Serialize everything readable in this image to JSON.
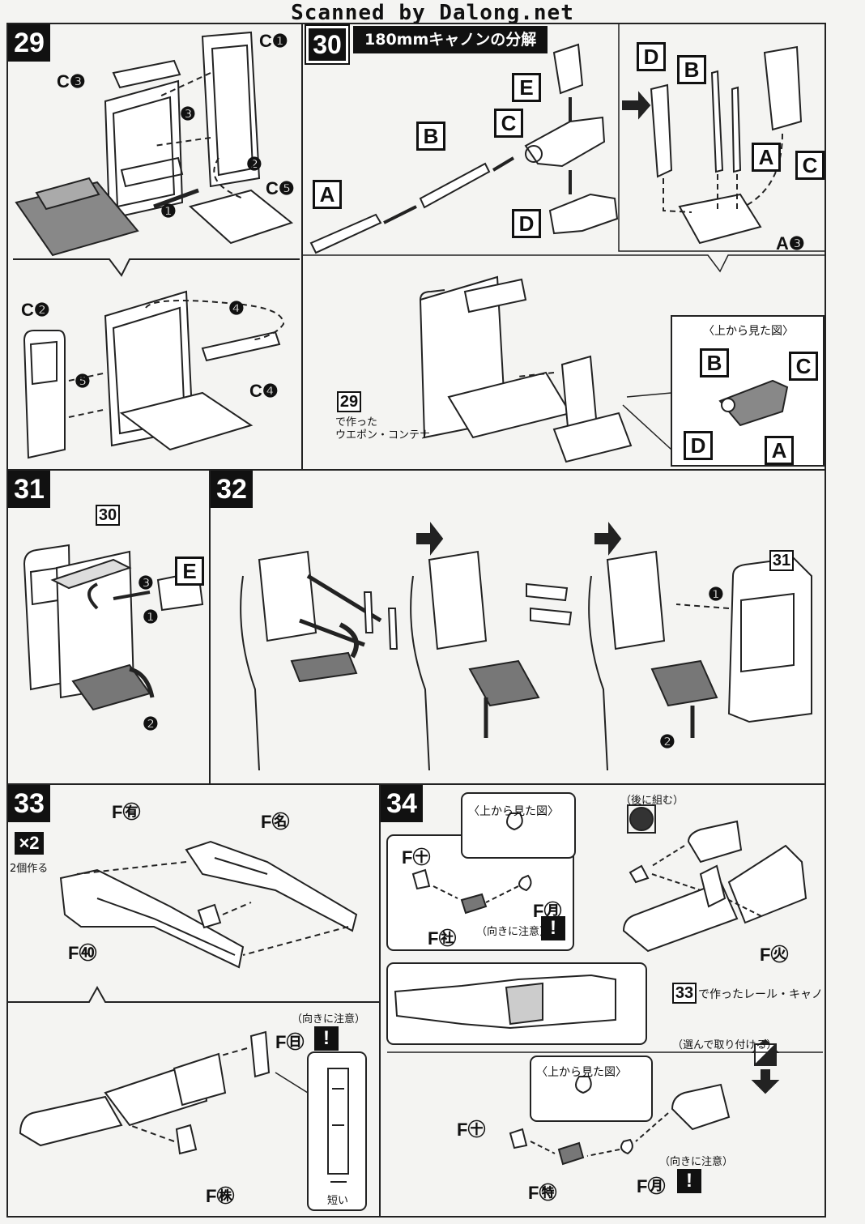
{
  "header": {
    "watermark": "Scanned by Dalong.net"
  },
  "steps": {
    "s29": {
      "number": "29",
      "parts": [
        "C❶",
        "C❸",
        "C❺",
        "C❷",
        "C❹"
      ],
      "order": [
        "❶",
        "❷",
        "❸",
        "❹",
        "❺"
      ]
    },
    "s30": {
      "number": "30",
      "title": "180mmキャノンの分解",
      "parts": {
        "a": "A",
        "b": "B",
        "c": "C",
        "d": "D",
        "e": "E"
      },
      "base_part": "A❸",
      "top_view_note": "〈上から見た図〉",
      "ref_step": "29",
      "ref_line1": "で作った",
      "ref_line2": "ウエポン・コンテナ"
    },
    "s31": {
      "number": "31",
      "ref_step": "30",
      "part": "E",
      "order": [
        "❶",
        "❷",
        "❸"
      ]
    },
    "s32": {
      "number": "32",
      "ref_step": "31",
      "order": [
        "❶",
        "❷"
      ]
    },
    "s33": {
      "number": "33",
      "multiplier": "×2",
      "multiplier_note": "2個作る",
      "parts": [
        "F㊒",
        "F㊔",
        "F㊵",
        "F㊐",
        "F㊑"
      ],
      "orientation_note": "（向きに注意）",
      "short_note": "短い",
      "warn": "!"
    },
    "s34": {
      "number": "34",
      "top_view_note": "〈上から見た図〉",
      "later_note": "（後に組む）",
      "orientation_note": "（向きに注意）",
      "select_note": "（選んで取り付ける）",
      "ref_step": "33",
      "ref_text": "で作ったレール・キャノン",
      "parts_top": [
        "F㊉",
        "F㊊",
        "F㊓",
        "F㊋"
      ],
      "parts_bottom": [
        "F㊉",
        "F㊕",
        "F㊊"
      ],
      "warn": "!"
    }
  }
}
